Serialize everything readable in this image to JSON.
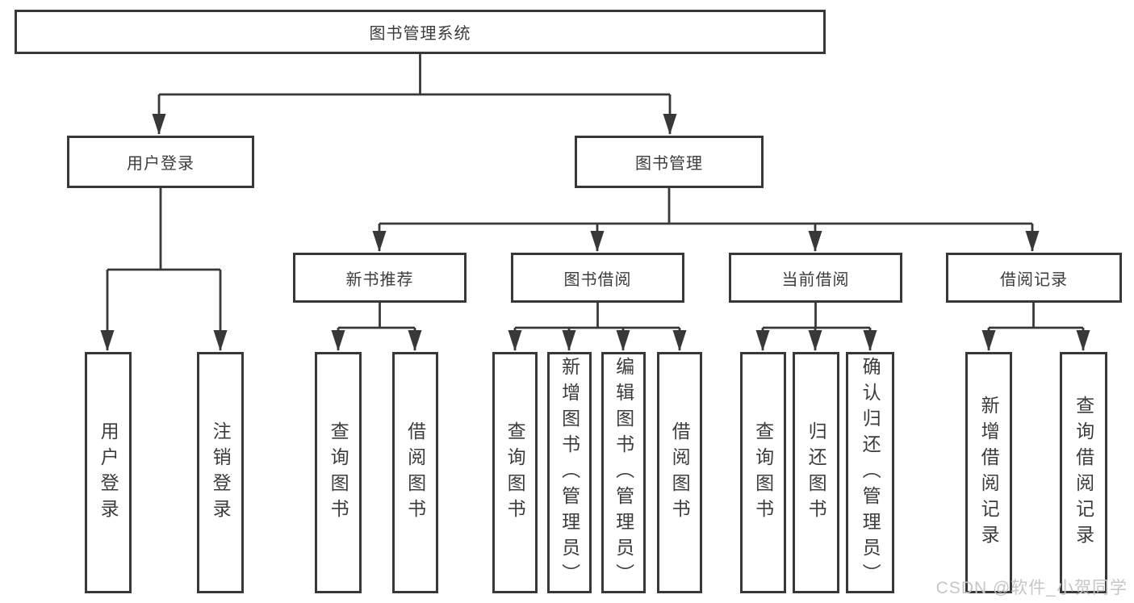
{
  "tree": {
    "label": "图书管理系统",
    "children": [
      {
        "label": "用户登录",
        "children": [
          {
            "label": "用户登录"
          },
          {
            "label": "注销登录"
          }
        ]
      },
      {
        "label": "图书管理",
        "children": [
          {
            "label": "新书推荐",
            "children": [
              {
                "label": "查询图书"
              },
              {
                "label": "借阅图书"
              }
            ]
          },
          {
            "label": "图书借阅",
            "children": [
              {
                "label": "查询图书"
              },
              {
                "label": "新增图书（管理员）"
              },
              {
                "label": "编辑图书（管理员）"
              },
              {
                "label": "借阅图书"
              }
            ]
          },
          {
            "label": "当前借阅",
            "children": [
              {
                "label": "查询图书"
              },
              {
                "label": "归还图书"
              },
              {
                "label": "确认归还（管理员）"
              }
            ]
          },
          {
            "label": "借阅记录",
            "children": [
              {
                "label": "新增借阅记录"
              },
              {
                "label": "查询借阅记录"
              }
            ]
          }
        ]
      }
    ]
  },
  "watermark": {
    "text": "CSDN @软件_小贺同学",
    "color": "#c6c6c6"
  },
  "colors": {
    "line": "#383838",
    "text": "#3c3c3c",
    "background": "#ffffff"
  }
}
